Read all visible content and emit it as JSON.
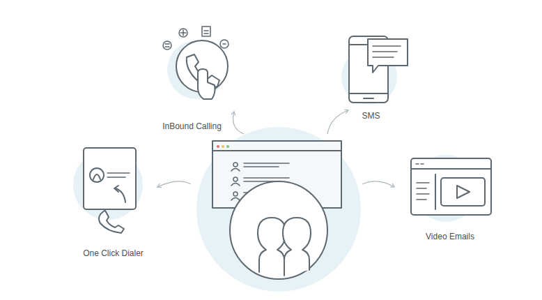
{
  "diagram": {
    "nodes": [
      {
        "text": [
          "InBound Calling"
        ]
      },
      {
        "text": [
          "SMS"
        ]
      },
      {
        "text": [
          "One Click Dialer"
        ]
      },
      {
        "text": [
          "Video Emails"
        ]
      }
    ]
  }
}
